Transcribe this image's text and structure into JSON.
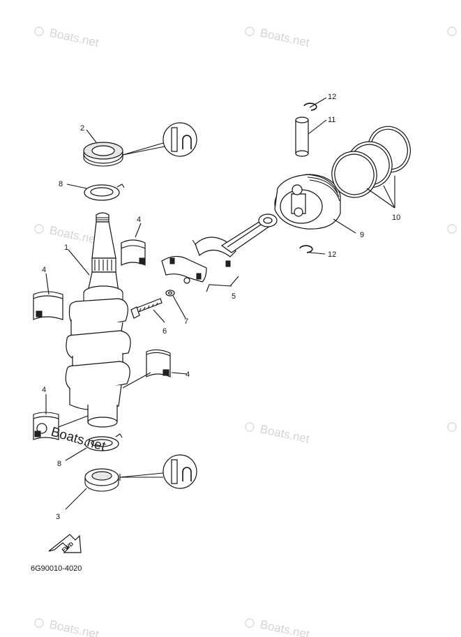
{
  "watermark_text": "Boats.net",
  "part_number": "6G90010-4020",
  "fwd_label": "FWD",
  "callouts": {
    "c1": "1",
    "c2": "2",
    "c3": "3",
    "c4a": "4",
    "c4b": "4",
    "c4c": "4",
    "c4d": "4",
    "c5": "5",
    "c6": "6",
    "c7": "7",
    "c8a": "8",
    "c8b": "8",
    "c9": "9",
    "c10": "10",
    "c11": "11",
    "c12a": "12",
    "c12b": "12"
  }
}
